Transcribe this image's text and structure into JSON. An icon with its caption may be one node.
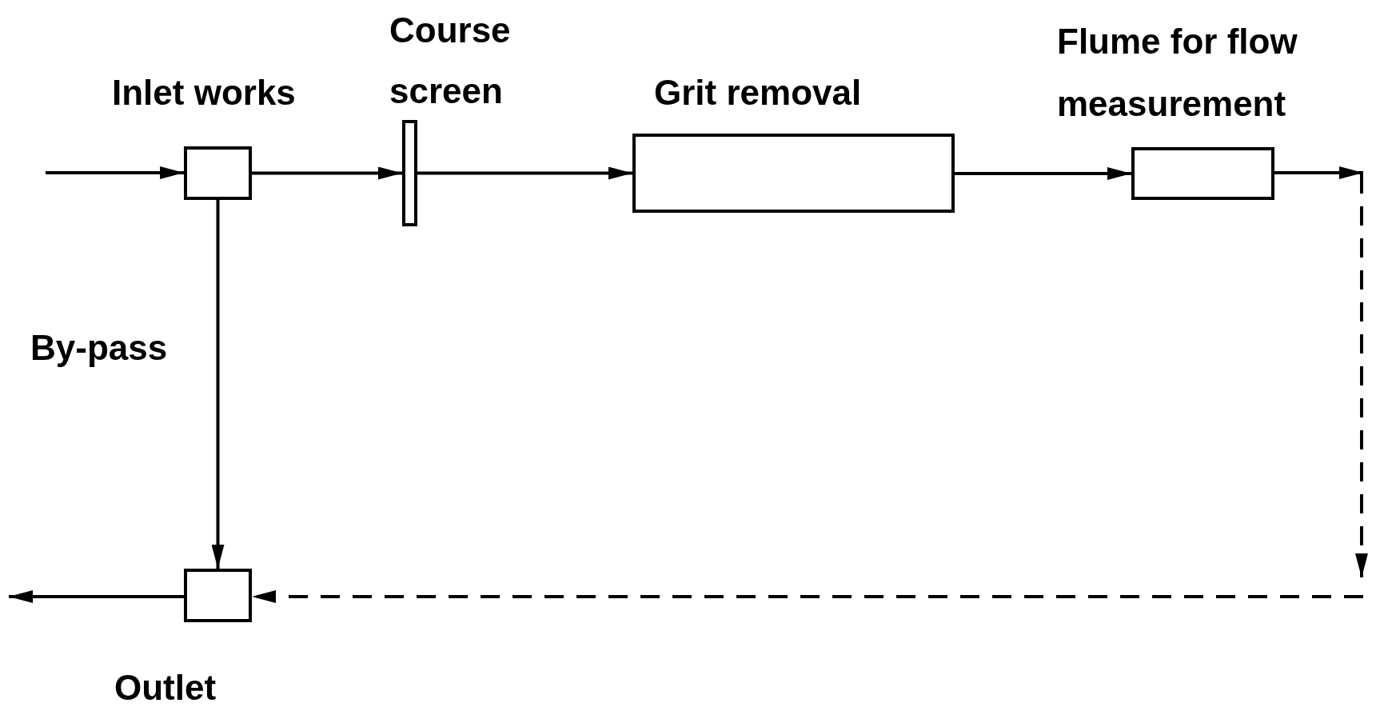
{
  "diagram": {
    "nodes": [
      {
        "text": [
          "Inlet works"
        ]
      },
      {
        "text": [
          "Course screen"
        ]
      },
      {
        "text": [
          "Grit removal"
        ]
      },
      {
        "text": [
          "Flume for flow measurement"
        ]
      },
      {
        "text": [
          "Outlet"
        ]
      }
    ],
    "edges": [
      {
        "from": null,
        "to": 0,
        "arrow": "to"
      },
      {
        "from": 0,
        "to": 1,
        "arrow": "to"
      },
      {
        "from": 1,
        "to": 2,
        "arrow": "to"
      },
      {
        "from": 2,
        "to": 3,
        "arrow": "to"
      },
      {
        "from": 3,
        "to": null,
        "arrow": "to"
      },
      {
        "from": null,
        "to": 4,
        "arrow": "to",
        "style": "dashed"
      },
      {
        "from": 0,
        "to": 4,
        "arrow": "to",
        "label": "By-pass"
      },
      {
        "from": 4,
        "to": null,
        "arrow": "to"
      }
    ]
  }
}
